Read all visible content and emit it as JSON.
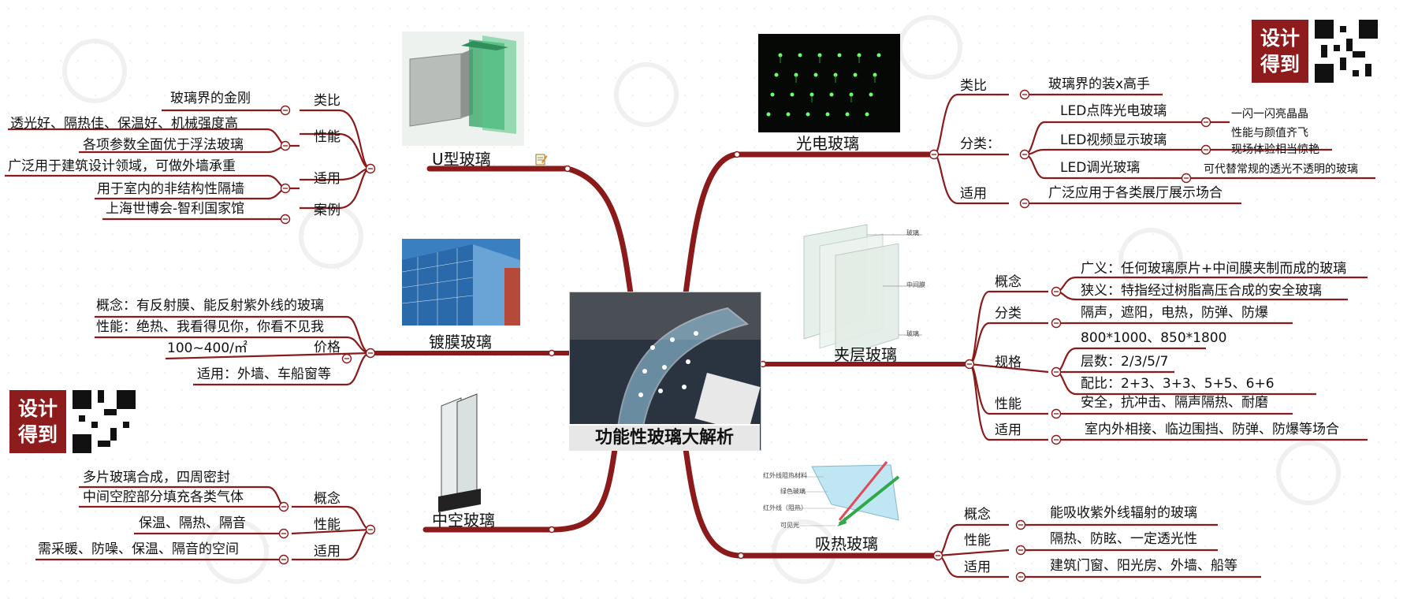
{
  "center_title": "功能性玻璃大解析",
  "logos": {
    "text_line1": "设计",
    "text_line2": "得到"
  },
  "colors": {
    "branch": "#8b1a1a",
    "watermark": "#e9e9e9"
  },
  "branches": {
    "u": {
      "title": "U型玻璃",
      "cat_analogy": "类比",
      "analogy": "玻璃界的金刚",
      "cat_performance": "性能",
      "perf_1": "透光好、隔热佳、保温好、机械强度高",
      "perf_2": "各项参数全面优于浮法玻璃",
      "cat_use": "适用",
      "use_1": "广泛用于建筑设计领域，可做外墙承重",
      "use_2": "用于室内的非结构性隔墙",
      "cat_case": "案例",
      "case": "上海世博会-智利国家馆"
    },
    "coated": {
      "title": "镀膜玻璃",
      "concept": "概念：有反射膜、能反射紫外线的玻璃",
      "perf": "性能：绝热、我看得见你，你看不见我",
      "cat_price": "价格",
      "price": "100~400/㎡",
      "use": "适用：外墙、车船窗等"
    },
    "hollow": {
      "title": "中空玻璃",
      "cat_concept": "概念",
      "concept_1": "多片玻璃合成，四周密封",
      "concept_2": "中间空腔部分填充各类气体",
      "cat_performance": "性能",
      "perf": "保温、隔热、隔音",
      "cat_use": "适用",
      "use": "需采暖、防噪、保温、隔音的空间"
    },
    "photo": {
      "title": "光电玻璃",
      "cat_analogy": "类比",
      "analogy": "玻璃界的装x高手",
      "cat_class": "分类：",
      "c1": "LED点阵光电玻璃",
      "c1_note": "一闪一闪亮晶晶",
      "c2": "LED视频显示玻璃",
      "c2_note1": "性能与颜值齐飞",
      "c2_note2": "现场体验相当惊艳",
      "c3": "LED调光玻璃",
      "c3_note": "可代替常规的透光不透明的玻璃",
      "cat_use": "适用",
      "use": "广泛应用于各类展厅展示场合"
    },
    "laminated": {
      "title": "夹层玻璃",
      "diagram_label_glass1": "玻璃",
      "diagram_label_film": "中间膜",
      "diagram_label_glass2": "玻璃",
      "cat_concept": "概念",
      "concept_1": "广义：任何玻璃原片+中间膜夹制而成的玻璃",
      "concept_2": "狭义：特指经过树脂高压合成的安全玻璃",
      "cat_class": "分类",
      "class": "隔声，遮阳，电热，防弹、防爆",
      "cat_spec": "规格",
      "spec_1": "800*1000、850*1800",
      "spec_2": "层数：2/3/5/7",
      "spec_3": "配比：2+3、3+3、5+5、6+6",
      "cat_performance": "性能",
      "perf": "安全，抗冲击、隔声隔热、耐磨",
      "cat_use": "适用",
      "use": "室内外相接、临边围挡、防弹、防爆等场合"
    },
    "absorb": {
      "title": "吸热玻璃",
      "diagram_label_1": "红外线阻热材料",
      "diagram_label_2": "绿色玻璃",
      "diagram_label_3": "红外线（阻热）",
      "diagram_label_4": "可见光",
      "cat_concept": "概念",
      "concept": "能吸收紫外线辐射的玻璃",
      "cat_performance": "性能",
      "perf": "隔热、防眩、一定透光性",
      "cat_use": "适用",
      "use": "建筑门窗、阳光房、外墙、船等"
    }
  }
}
